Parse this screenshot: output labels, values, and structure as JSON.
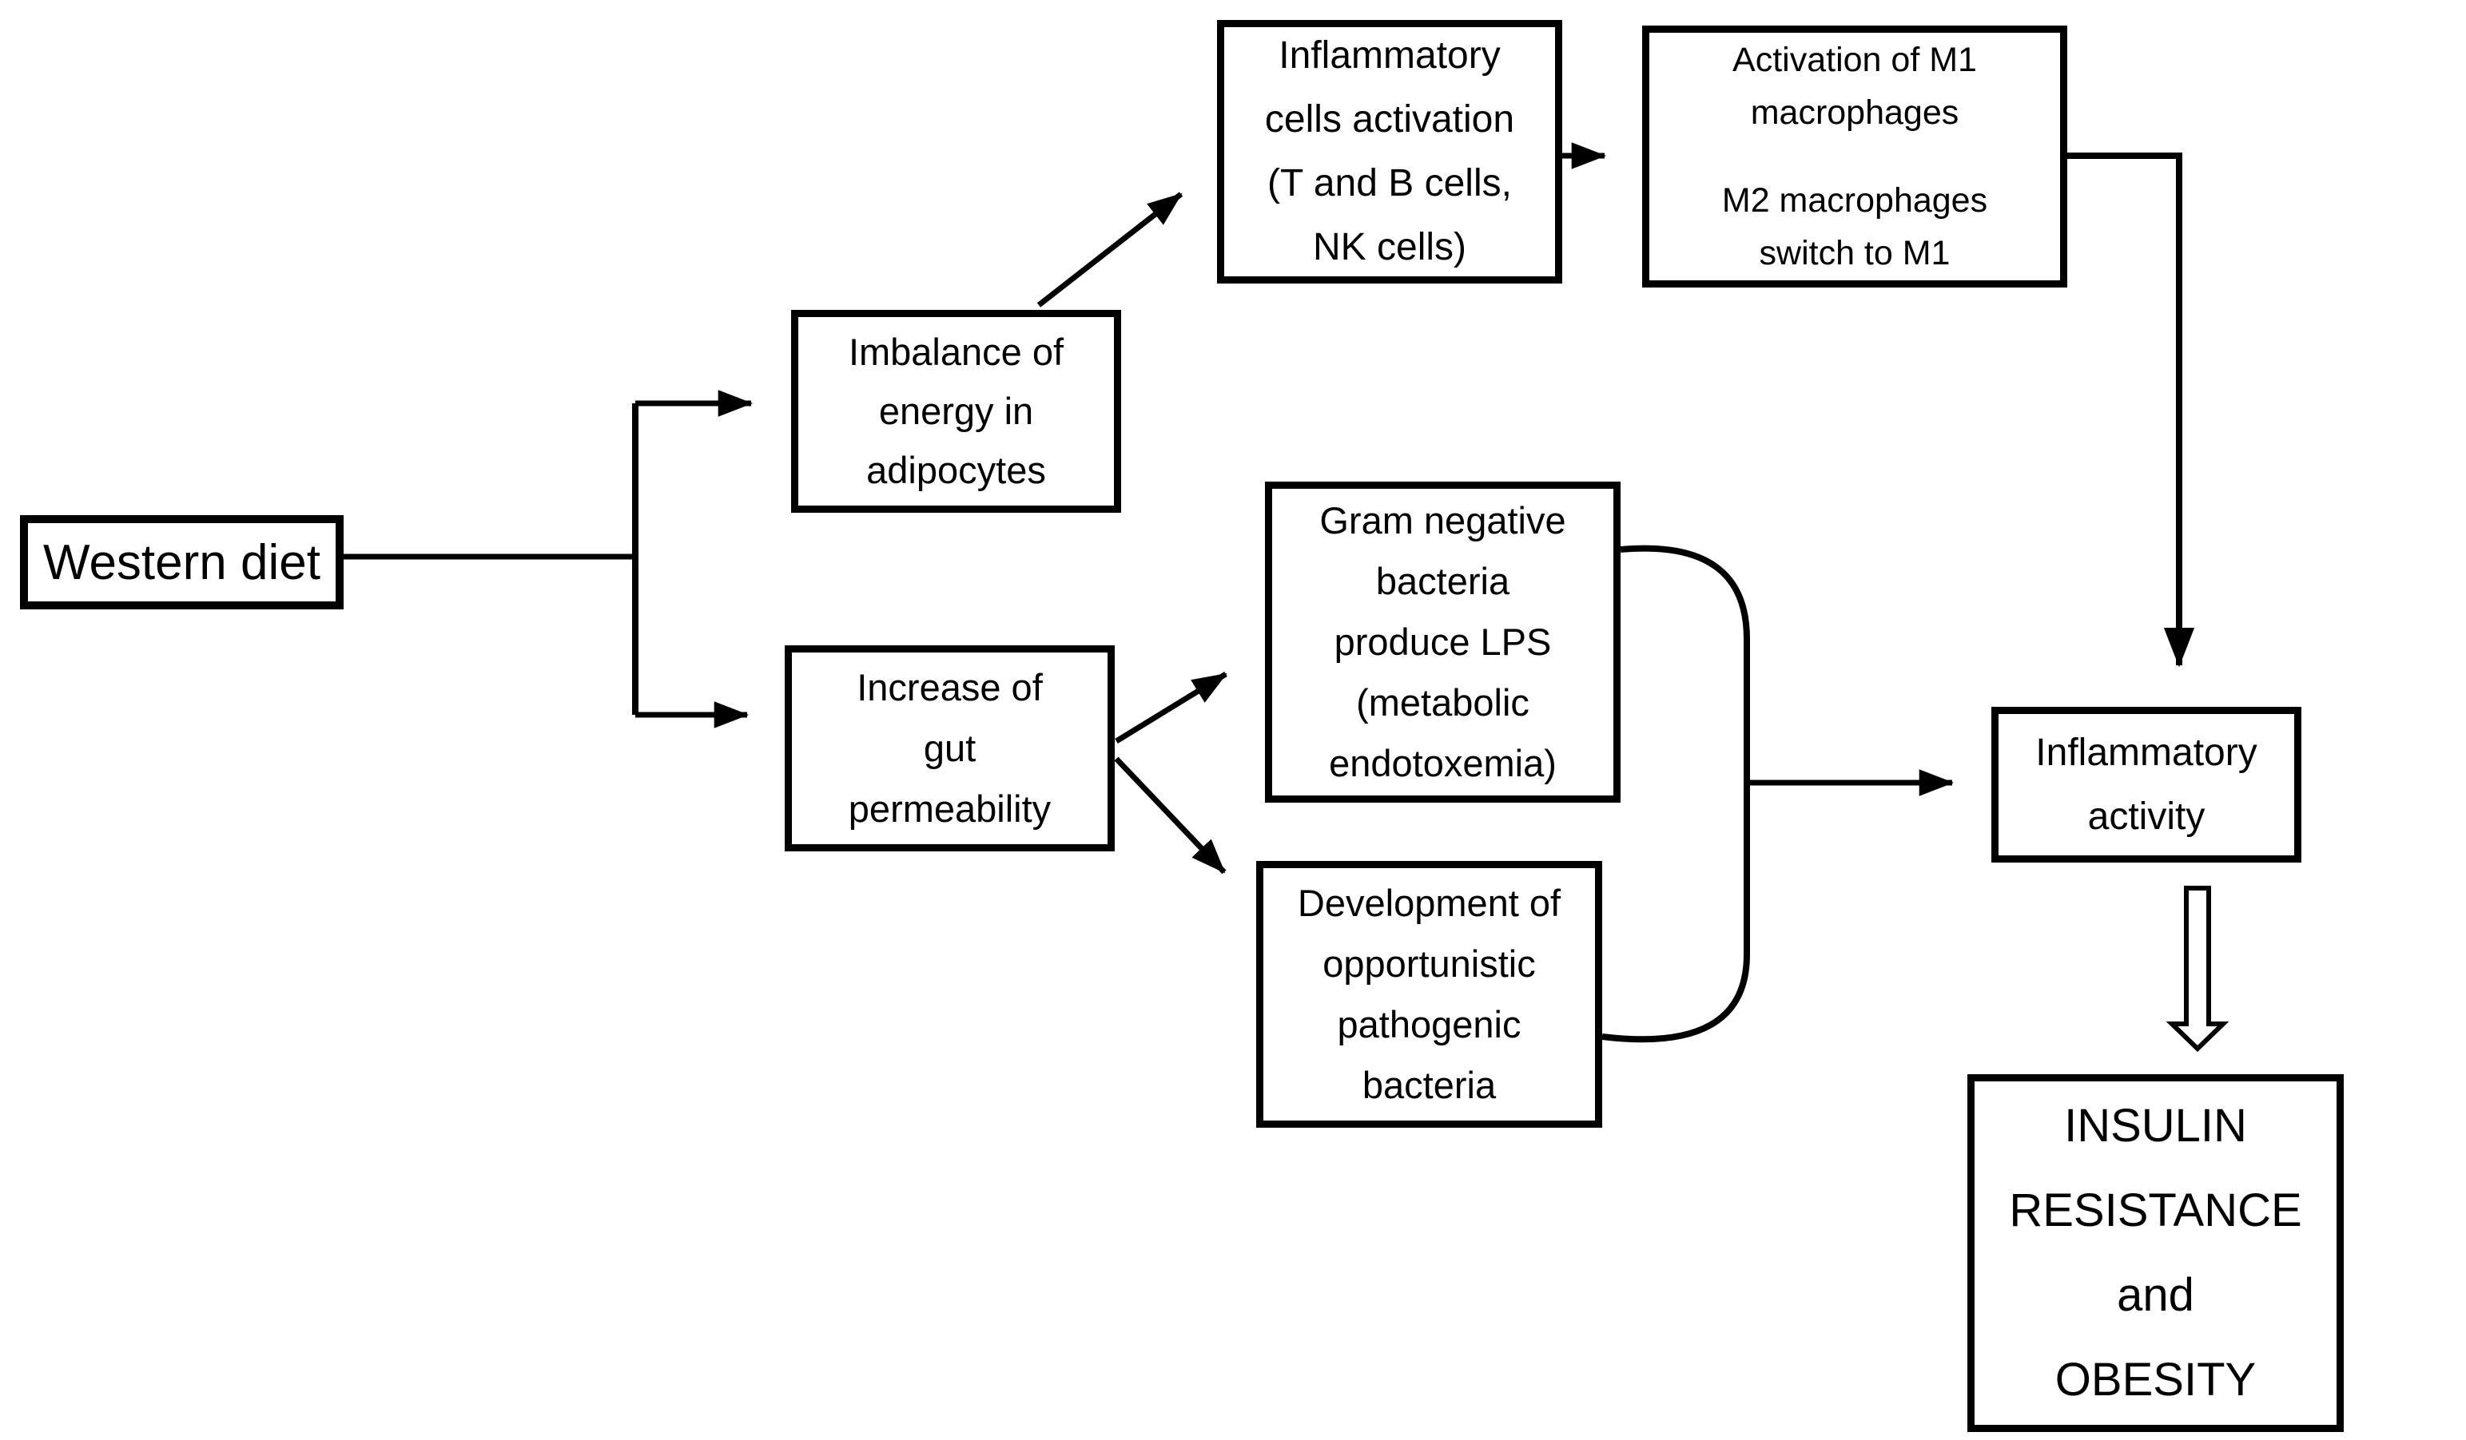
{
  "diagram": {
    "title": "Western diet to insulin resistance and obesity flowchart",
    "colors": {
      "ink": "#000000",
      "background": "#ffffff"
    },
    "nodes": {
      "western_diet": {
        "lines": [
          "Western diet"
        ]
      },
      "imbalance": {
        "lines": [
          "Imbalance of",
          "energy in",
          "adipocytes"
        ]
      },
      "inflammatory_cells": {
        "lines": [
          "Inflammatory",
          "cells activation",
          "(T and B cells,",
          "NK cells)"
        ]
      },
      "macrophages": {
        "lines": [
          "Activation of M1",
          "macrophages",
          "M2 macrophages",
          "switch to M1"
        ]
      },
      "gram_negative": {
        "lines": [
          "Gram negative",
          "bacteria",
          "produce LPS",
          "(metabolic",
          "endotoxemia)"
        ]
      },
      "opportunistic": {
        "lines": [
          "Development of",
          "opportunistic",
          "pathogenic",
          "bacteria"
        ]
      },
      "gut_permeability": {
        "lines": [
          "Increase of",
          "gut",
          "permeability"
        ]
      },
      "inflammatory_activity": {
        "lines": [
          "Inflammatory",
          "activity"
        ]
      },
      "outcome": {
        "lines": [
          "INSULIN",
          "RESISTANCE",
          "and",
          "OBESITY"
        ]
      }
    },
    "edges": [
      {
        "from": "western_diet",
        "to": "imbalance",
        "style": "elbow-arrow"
      },
      {
        "from": "western_diet",
        "to": "gut_permeability",
        "style": "elbow-arrow"
      },
      {
        "from": "imbalance",
        "to": "inflammatory_cells",
        "style": "diagonal-arrow"
      },
      {
        "from": "inflammatory_cells",
        "to": "macrophages",
        "style": "straight-arrow"
      },
      {
        "from": "macrophages",
        "to": "inflammatory_activity",
        "style": "elbow-arrow"
      },
      {
        "from": "gut_permeability",
        "to": "gram_negative",
        "style": "diagonal-arrow"
      },
      {
        "from": "gut_permeability",
        "to": "opportunistic",
        "style": "diagonal-arrow"
      },
      {
        "from": "gram_negative + opportunistic",
        "to": "inflammatory_activity",
        "style": "brace-then-arrow"
      },
      {
        "from": "inflammatory_activity",
        "to": "outcome",
        "style": "hollow-block-arrow"
      }
    ]
  }
}
